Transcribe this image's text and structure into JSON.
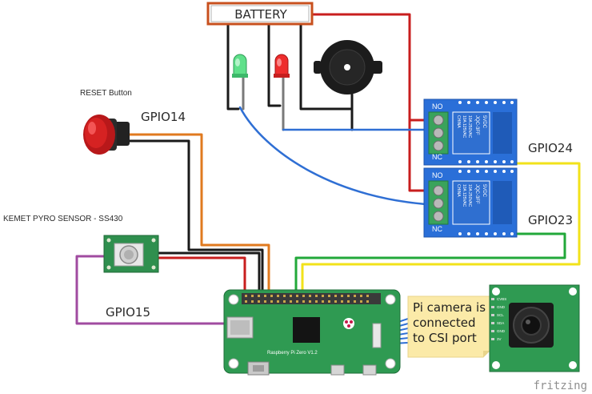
{
  "labels": {
    "battery": "BATTERY",
    "reset_button": "RESET Button",
    "gpio14": "GPIO14",
    "pyro_sensor": "KEMET PYRO SENSOR - SS430",
    "gpio15": "GPIO15",
    "gpio24": "GPIO24",
    "gpio23": "GPIO23",
    "watermark": "fritzing"
  },
  "relay": {
    "no_label": "NO",
    "nc_label": "NC",
    "brand": "JQC-3FF",
    "spec_1": "10A 250VAC",
    "spec_2": "10A 125VAC",
    "spec_3": "10A 30VDC",
    "coil": "5VDC",
    "made_in": "CHINA"
  },
  "pi": {
    "board_name": "Raspberry Pi Zero V1.2"
  },
  "note": {
    "line1": "Pi camera is",
    "line2": "connected",
    "line3": "to CSI port"
  },
  "camera": {
    "pins": [
      "CVBS",
      "GND",
      "SCL",
      "SDA",
      "GND",
      "3V"
    ]
  },
  "colors": {
    "wire_red": "#c81e1e",
    "wire_black": "#1a1a1a",
    "wire_orange": "#e07a1f",
    "wire_blue": "#2f6fd4",
    "wire_yellow": "#f2e21a",
    "wire_green": "#22a83a",
    "wire_purple": "#a04ba0",
    "relay_blue": "#2a6fd8",
    "pcb_green": "#2f8f4e",
    "note_yellow": "#fbeaa8"
  }
}
